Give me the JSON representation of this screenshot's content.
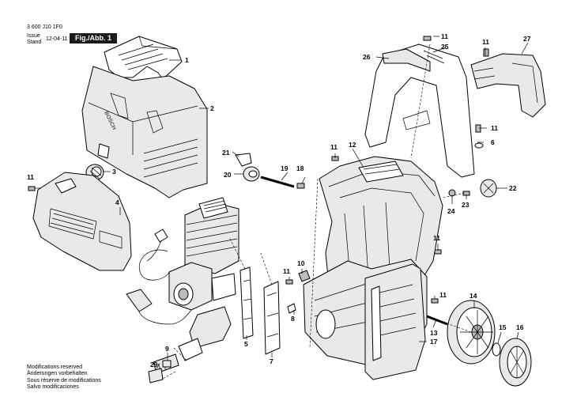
{
  "header": {
    "doc_number": "3 600 J10 1F0",
    "issue_label": "Issue",
    "stand_label": "Stand",
    "date": "12-04-11",
    "figure_label": "Fig./Abb. 1"
  },
  "modifications": [
    "Modifications reserved",
    "Änderungen vorbehalten",
    "Sous réserve de modifications",
    "Salvo modificaciones"
  ],
  "brand_mark": "BOSCH",
  "callouts": {
    "c1": "1",
    "c2": "2",
    "c3": "3",
    "c4": "4",
    "c5": "5",
    "c6": "6",
    "c7": "7",
    "c8": "8",
    "c9": "9",
    "c10": "10",
    "c11a": "11",
    "c11b": "11",
    "c11c": "11",
    "c11d": "11",
    "c11e": "11",
    "c11f": "11",
    "c11g": "11",
    "c11h": "11",
    "c12": "12",
    "c13": "13",
    "c14": "14",
    "c15": "15",
    "c16": "16",
    "c17": "17",
    "c18": "18",
    "c19": "19",
    "c20": "20",
    "c21": "21",
    "c22": "22",
    "c23": "23",
    "c24": "24",
    "c25": "25",
    "c26": "26",
    "c27": "27",
    "c29": "29"
  }
}
